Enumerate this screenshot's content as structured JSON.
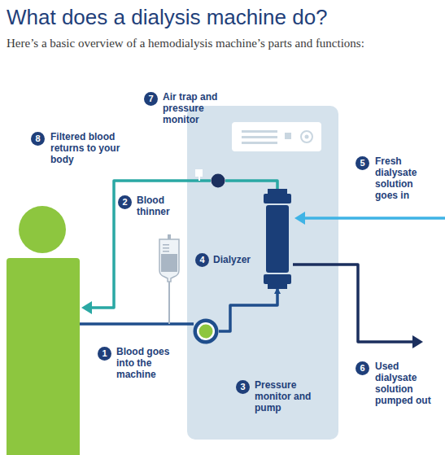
{
  "diagram": {
    "title": "What does a dialysis machine do?",
    "nodes": [
      {
        "text": [
          "2",
          "Blood thinner"
        ]
      },
      {
        "text": [
          "3",
          "Pressure monitor and pump"
        ]
      },
      {
        "text": [
          "4",
          "Dialyzer"
        ]
      },
      {
        "text": [
          "7",
          "Air trap and pressure monitor"
        ]
      }
    ],
    "edges": [
      {
        "from": 1,
        "to": 2,
        "arrow": "to"
      },
      {
        "from": 2,
        "to": 3,
        "arrow": "none"
      }
    ],
    "labels": [
      "Here’s a basic overview of a hemodialysis machine’s parts and functions:",
      "1",
      "Blood goes into the machine",
      "5",
      "Fresh dialysate solution goes in",
      "6",
      "Used dialysate solution pumped out",
      "8",
      "Filtered blood returns to your body"
    ]
  }
}
